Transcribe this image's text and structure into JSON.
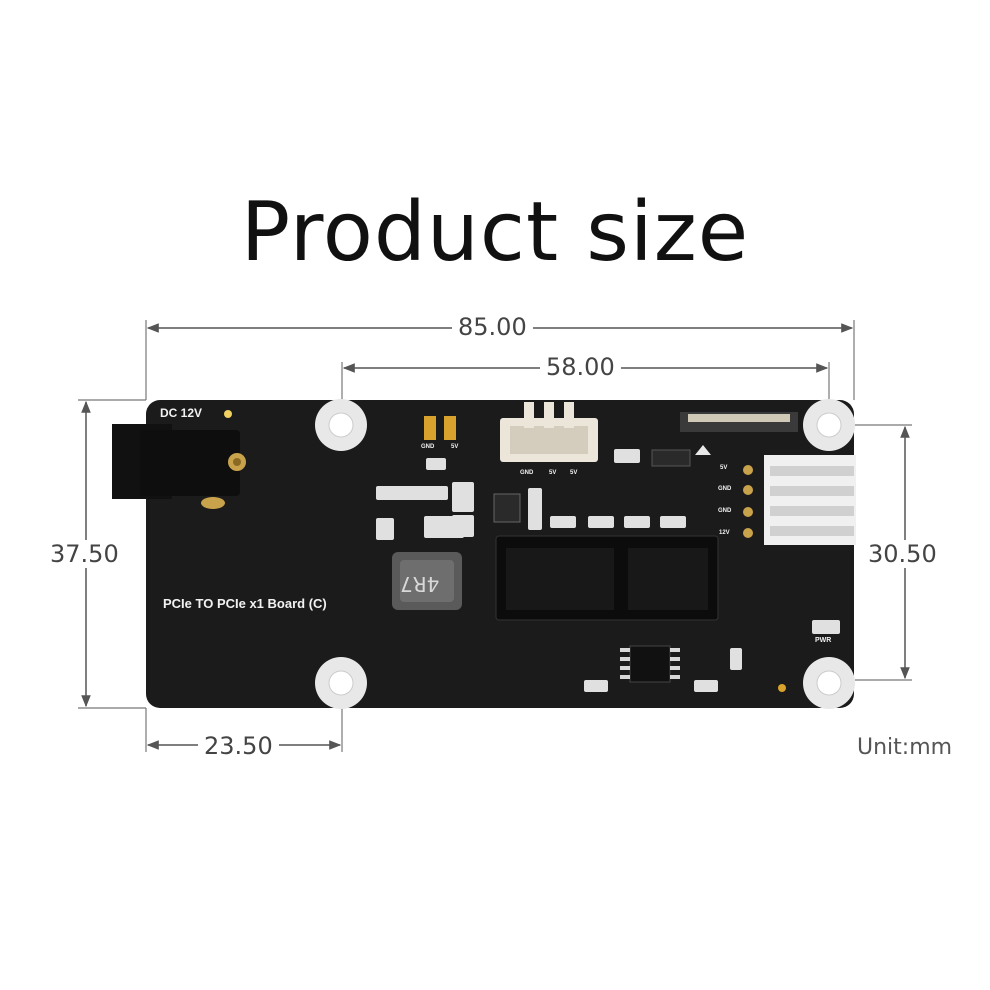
{
  "title": "Product size",
  "unit_label": "Unit:mm",
  "dimensions": {
    "total_width": "85.00",
    "port_offset": "58.00",
    "total_height": "37.50",
    "hole_spacing_v": "30.50",
    "hole_offset": "23.50"
  },
  "board": {
    "name": "PCIe TO PCIe x1 Board (C)",
    "power_label": "DC 12V",
    "inductor": "4R7",
    "pwr_led": "PWR",
    "jumper_labels": [
      "GND",
      "5V"
    ],
    "connector_labels": [
      "GND",
      "5V",
      "5V"
    ],
    "fan_pins": [
      "5V",
      "GND",
      "GND",
      "12V"
    ]
  },
  "colors": {
    "pcb": "#1b1b1b",
    "dimension_line": "#555555",
    "hole_ring": "#e8e8e8"
  }
}
